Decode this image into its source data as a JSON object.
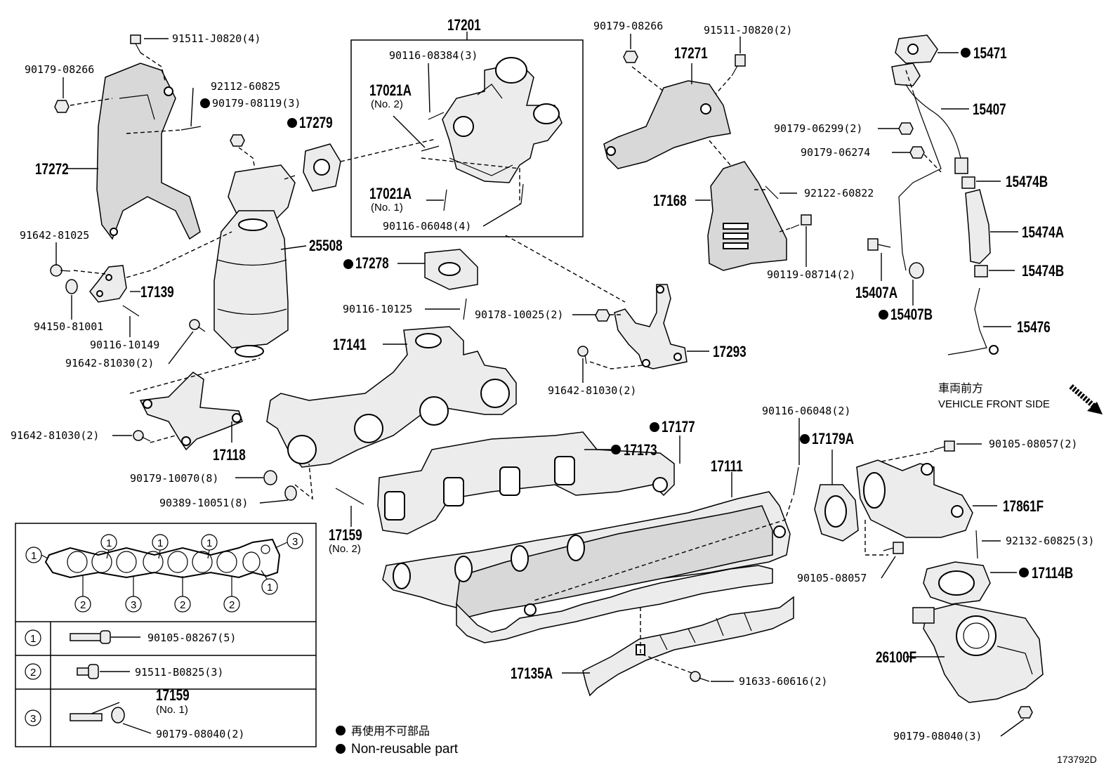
{
  "diagram_id": "173792D",
  "legend": {
    "non_reusable_jp": "再使用不可部品",
    "non_reusable_en": "Non-reusable part"
  },
  "front_side": {
    "jp": "車両前方",
    "en": "VEHICLE FRONT SIDE"
  },
  "labels": {
    "p17201": "17201",
    "p90116_08384": "90116-08384(3)",
    "p17021A_no2": "17021A",
    "p17021A_no2_sub": "(No. 2)",
    "p17021A_no1": "17021A",
    "p17021A_no1_sub": "(No. 1)",
    "p90116_06048_4": "90116-06048(4)",
    "p91511_J0820_4": "91511-J0820(4)",
    "p90179_08266_a": "90179-08266",
    "p92112_60825": "92112-60825",
    "p90179_08119": "90179-08119(3)",
    "p17279": "17279",
    "p17272": "17272",
    "p25508": "25508",
    "p91642_81025": "91642-81025",
    "p17139": "17139",
    "p94150_81001": "94150-81001",
    "p90116_10149": "90116-10149",
    "p91642_81030_a": "91642-81030(2)",
    "p17278": "17278",
    "p90116_10125": "90116-10125",
    "p90178_10025": "90178-10025(2)",
    "p17141": "17141",
    "p17293": "17293",
    "p91642_81030_b": "91642-81030(2)",
    "p91642_81030_c": "91642-81030(2)",
    "p17118": "17118",
    "p90179_10070": "90179-10070(8)",
    "p90389_10051": "90389-10051(8)",
    "p17159_no2": "17159",
    "p17159_no2_sub": "(No. 2)",
    "p90179_08266_b": "90179-08266",
    "p91511_J0820_2": "91511-J0820(2)",
    "p17271": "17271",
    "p17168": "17168",
    "p92122_60822": "92122-60822",
    "p90119_08714": "90119-08714(2)",
    "p15471": "15471",
    "p15407": "15407",
    "p90179_06299": "90179-06299(2)",
    "p90179_06274": "90179-06274",
    "p15474B_a": "15474B",
    "p15474A": "15474A",
    "p15474B_b": "15474B",
    "p15407A": "15407A",
    "p15407B": "15407B",
    "p15476": "15476",
    "p90116_06048_2": "90116-06048(2)",
    "p17177": "17177",
    "p17173": "17173",
    "p17179A": "17179A",
    "p17111": "17111",
    "p90105_08057_2": "90105-08057(2)",
    "p17861F": "17861F",
    "p92132_60825": "92132-60825(3)",
    "p90105_08057": "90105-08057",
    "p17114B": "17114B",
    "p26100F": "26100F",
    "p90179_08040_3": "90179-08040(3)",
    "p17135A": "17135A",
    "p91633_60616": "91633-60616(2)"
  },
  "inset": {
    "callouts": [
      "1",
      "2",
      "3"
    ],
    "row1": {
      "num": "1",
      "part": "90105-08267(5)"
    },
    "row2": {
      "num": "2",
      "part": "91511-B0825(3)"
    },
    "row3": {
      "num": "3",
      "part_a": "17159",
      "part_a_sub": "(No. 1)",
      "part_b": "90179-08040(2)"
    }
  }
}
